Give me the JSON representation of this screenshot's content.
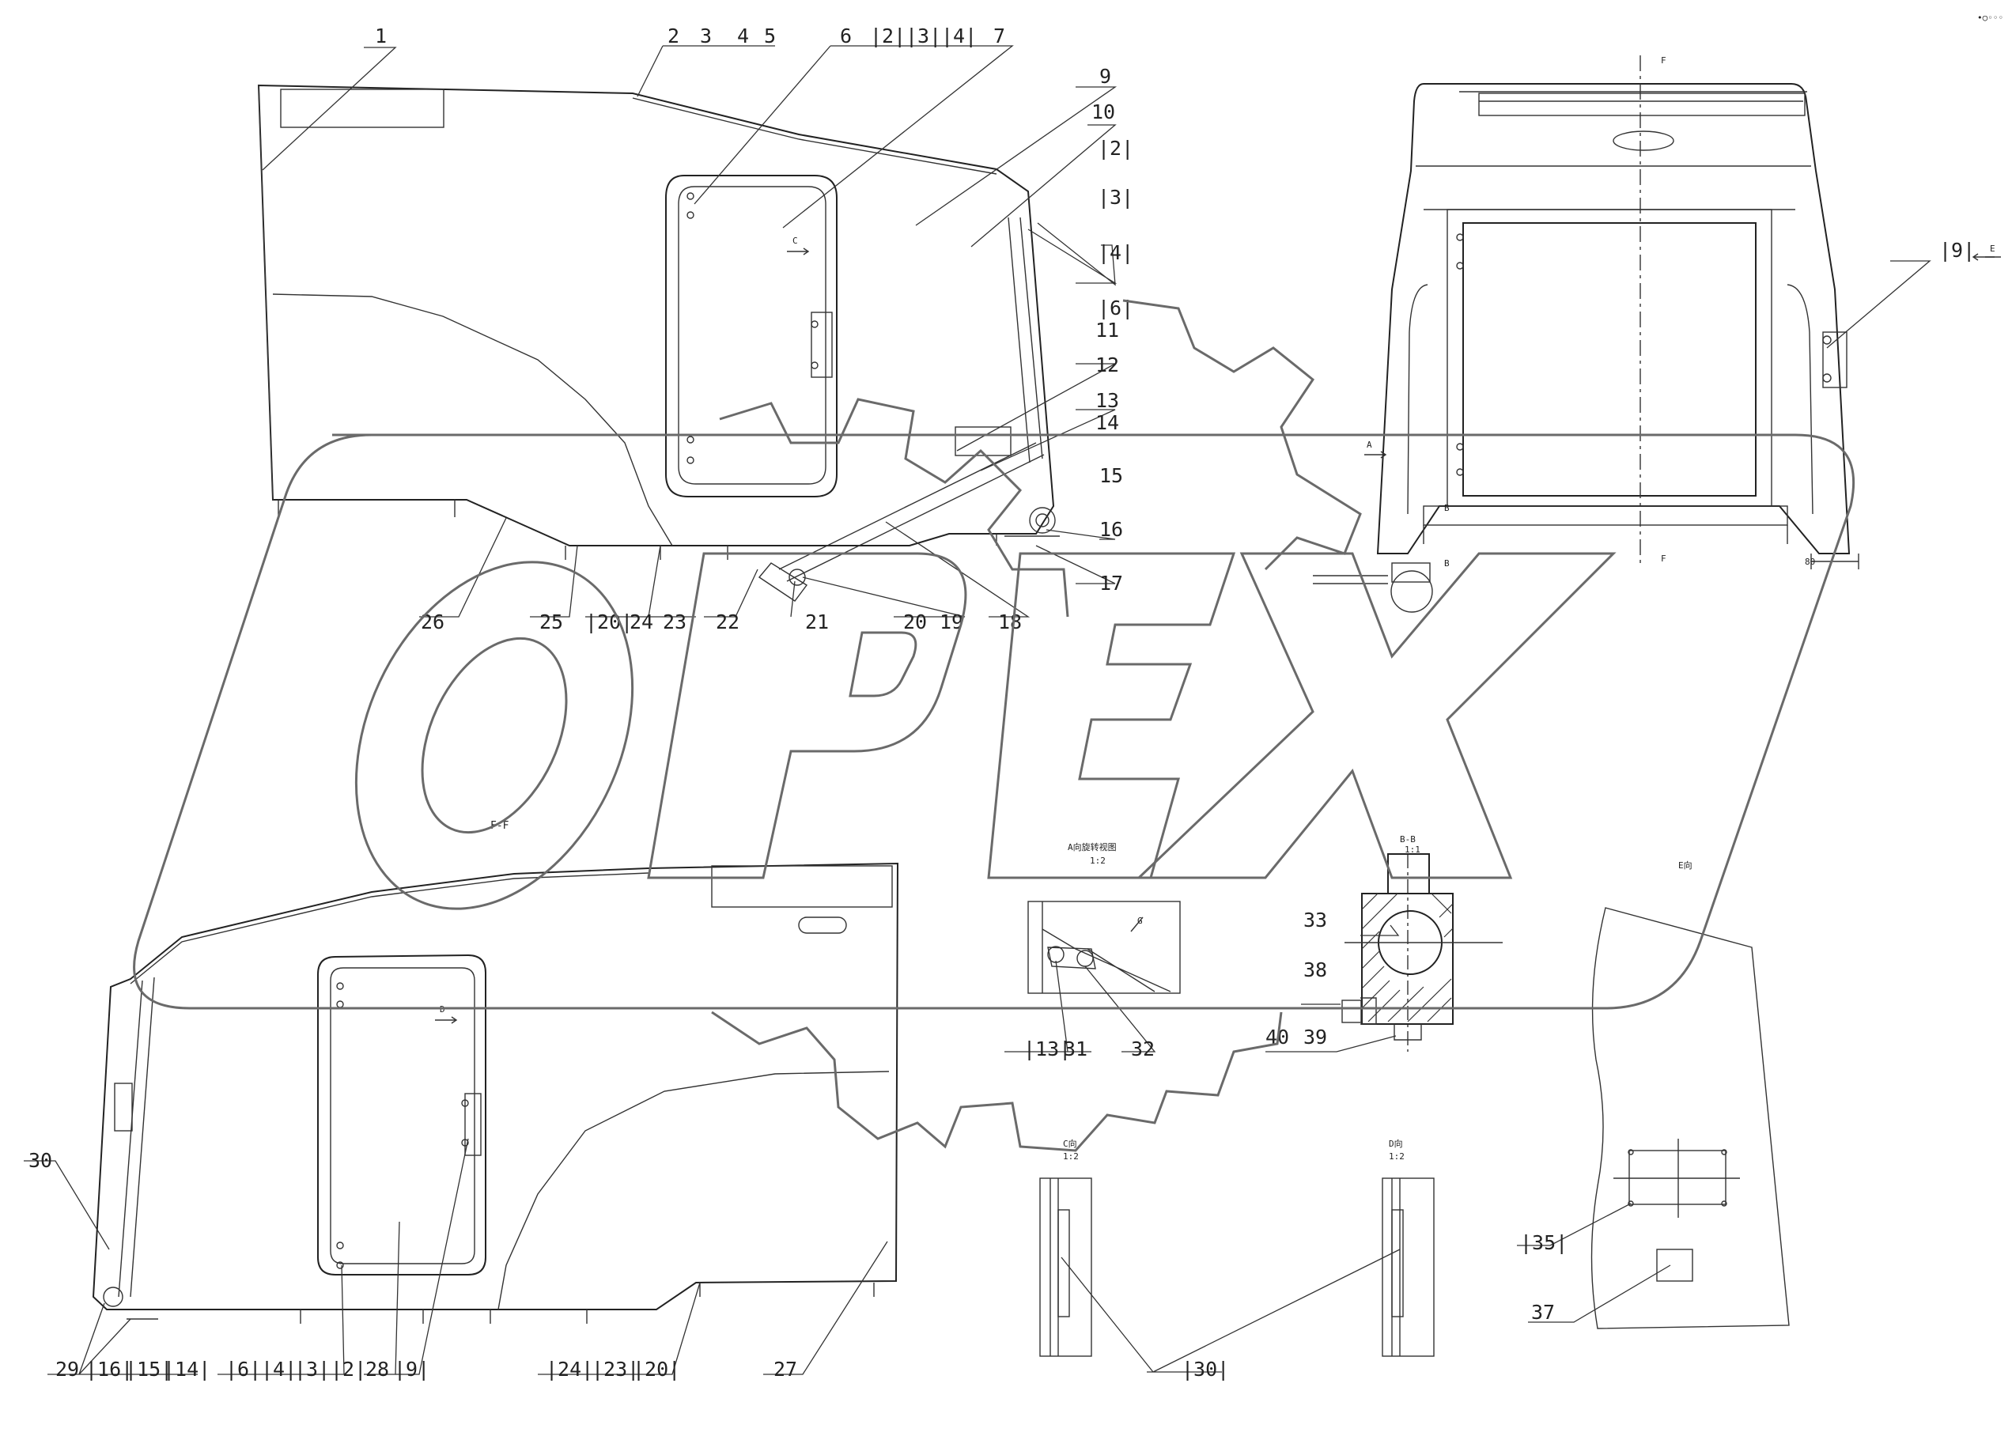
{
  "watermark": "OPEX",
  "callouts": {
    "c1": "1",
    "c2": "2",
    "c3": "3",
    "c4": "4",
    "c5": "5",
    "c6": "6",
    "c7": "7",
    "c9": "9",
    "c10": "10",
    "c11": "11",
    "c12": "12",
    "c13": "13",
    "c14": "14",
    "c15": "15",
    "c16": "16",
    "c17": "17",
    "c18": "18",
    "c19": "19",
    "c20": "20",
    "c21": "21",
    "c22": "22",
    "c23": "23",
    "c24": "24",
    "c25": "25",
    "c26": "26",
    "c27": "27",
    "c28": "28",
    "c29": "29",
    "c30": "30",
    "c31": "31",
    "c32": "32",
    "c33": "33",
    "c37": "37",
    "c38": "38",
    "c39": "39",
    "c40": "40",
    "b2": "|2|",
    "b3": "|3|",
    "b4": "|4|",
    "b6": "|6|",
    "b9": "|9|",
    "b13": "|13|",
    "b14": "|14|",
    "b15": "|15|",
    "b16": "|16|",
    "b20": "|20|",
    "b23": "|23|",
    "b24": "|24|",
    "b30": "|30|",
    "b35": "|35|"
  },
  "views": {
    "section_ff": "F-F",
    "section_bb": "B-B",
    "scale_bb": "1:1",
    "view_a": "A向旋转视图",
    "scale_a": "1:2",
    "view_c": "C向",
    "scale_c": "1:2",
    "view_d": "D向",
    "scale_d": "1:2",
    "view_e": "E向"
  },
  "marks": {
    "arrow_c": "C",
    "arrow_d": "D",
    "arrow_e": "E",
    "arrow_a": "A",
    "arrow_g": "G",
    "cut_f": "F",
    "cut_b": "B",
    "dim_80": "80"
  }
}
